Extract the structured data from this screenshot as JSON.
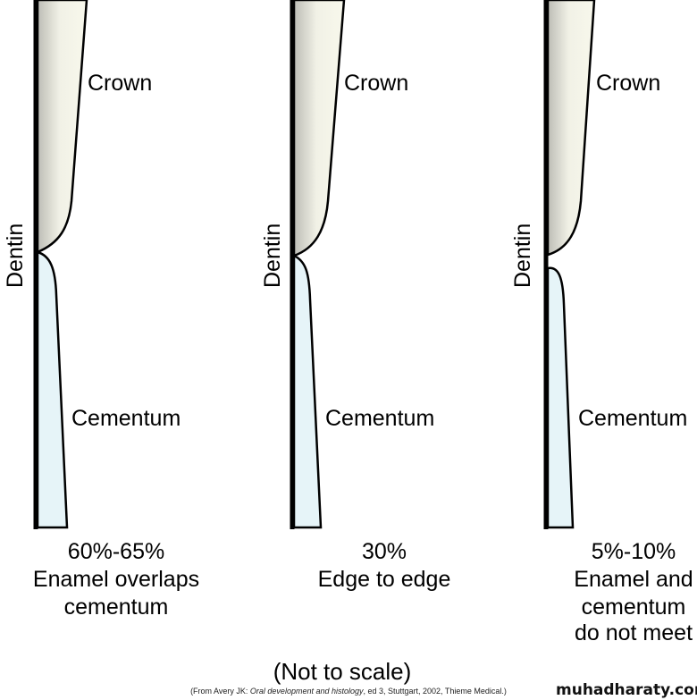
{
  "colors": {
    "crown_light": "#f8f8ec",
    "crown_dark": "#bdbdb6",
    "cementum": "#e6f4f8",
    "outline": "#000000"
  },
  "panels": [
    {
      "crown": "Crown",
      "dentin": "Dentin",
      "cementum": "Cementum",
      "percent": "60%-65%",
      "caption": [
        "Enamel overlaps",
        "cementum"
      ]
    },
    {
      "crown": "Crown",
      "dentin": "Dentin",
      "cementum": "Cementum",
      "percent": "30%",
      "caption": [
        "Edge to edge"
      ]
    },
    {
      "crown": "Crown",
      "dentin": "Dentin",
      "cementum": "Cementum",
      "percent": "5%-10%",
      "caption": [
        "Enamel and",
        "cementum",
        "do not meet"
      ]
    }
  ],
  "footer": {
    "note": "(Not to scale)",
    "citation_pre": "(From Avery JK: ",
    "citation_title": "Oral development and histology",
    "citation_post": ", ed 3, Stuttgart, 2002, Thieme Medical.)"
  },
  "watermark": "muhadharaty.com"
}
